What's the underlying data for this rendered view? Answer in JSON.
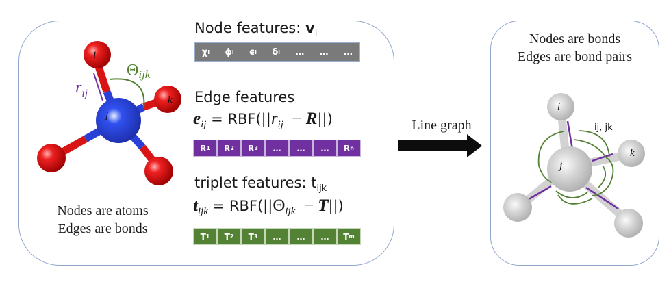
{
  "left_panel": {
    "molecule": {
      "labels": {
        "i": "i",
        "j": "j",
        "k": "k"
      },
      "distance_label": "r",
      "distance_sub": "ij",
      "angle_label": "Θ",
      "angle_sub": "ijk",
      "colors": {
        "center_atom": "#2a3fd6",
        "outer_atom": "#d81414",
        "distance_marker": "#7030a0",
        "angle_marker": "#548235"
      }
    },
    "node_features": {
      "heading": "Node features: ",
      "symbol": "v",
      "symbol_sub": "i",
      "cells": [
        {
          "main": "χ",
          "sub": "i"
        },
        {
          "main": "ϕ",
          "sub": "i"
        },
        {
          "main": "ϵ",
          "sub": "i"
        },
        {
          "main": "δ",
          "sub": "i"
        },
        {
          "main": "…",
          "sub": ""
        },
        {
          "main": "…",
          "sub": ""
        },
        {
          "main": "…",
          "sub": ""
        }
      ],
      "color": "#7a7a7a"
    },
    "edge_features": {
      "heading": "Edge features",
      "formula": {
        "lhs": "e",
        "lhs_sub": "ij",
        "eq": " = ",
        "fn": "RBF(||",
        "var": "r",
        "var_sub": "ij",
        "minus": "  − ",
        "param": "R",
        "close": "||)"
      },
      "cells": [
        {
          "main": "R",
          "sub": "1"
        },
        {
          "main": "R",
          "sub": "2"
        },
        {
          "main": "R",
          "sub": "3"
        },
        {
          "main": "…",
          "sub": ""
        },
        {
          "main": "…",
          "sub": ""
        },
        {
          "main": "…",
          "sub": ""
        },
        {
          "main": "R",
          "sub": "n"
        }
      ],
      "color": "#7030a0"
    },
    "triplet_features": {
      "heading": "triplet features: t",
      "heading_sub": "ijk",
      "formula": {
        "lhs": "t",
        "lhs_sub": "ijk",
        "eq": " = ",
        "fn": "RBF(||",
        "var": "Θ",
        "var_sub": "ijk",
        "minus": "  − ",
        "param": "T",
        "close": "||)"
      },
      "cells": [
        {
          "main": "T",
          "sub": "1"
        },
        {
          "main": "T",
          "sub": "2"
        },
        {
          "main": "T",
          "sub": "3"
        },
        {
          "main": "…",
          "sub": ""
        },
        {
          "main": "…",
          "sub": ""
        },
        {
          "main": "…",
          "sub": ""
        },
        {
          "main": "T",
          "sub": "m"
        }
      ],
      "color": "#548235"
    },
    "caption": [
      "Nodes are atoms",
      "Edges are bonds"
    ]
  },
  "arrow": {
    "label": "Line graph"
  },
  "right_panel": {
    "caption": [
      "Nodes are bonds",
      "Edges are bond pairs"
    ],
    "labels": {
      "i": "i",
      "j": "j",
      "k": "k",
      "pair": "ij, jk"
    },
    "colors": {
      "atom": "#c8c8c8",
      "bond_line": "#7030a0",
      "pair_arc": "#548235"
    }
  }
}
